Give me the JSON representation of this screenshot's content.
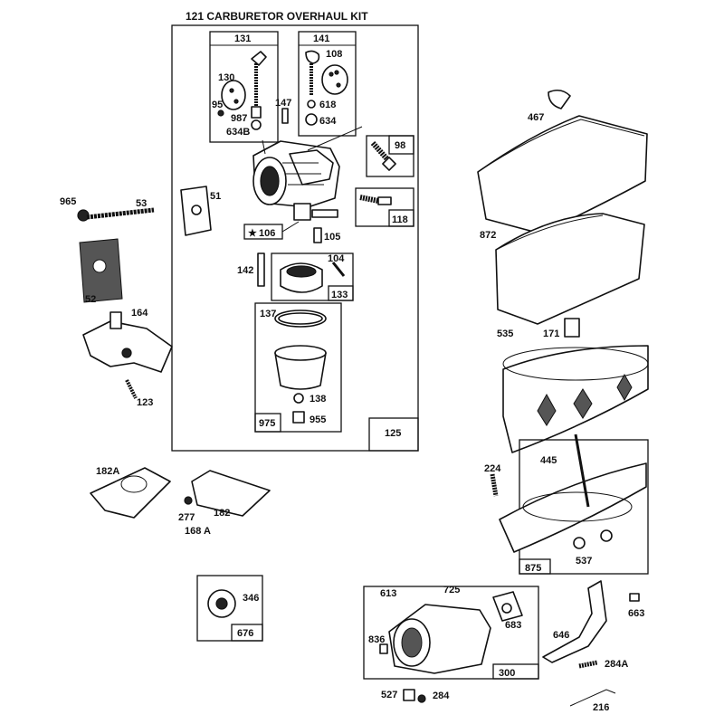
{
  "title": "121 CARBURETOR OVERHAUL KIT",
  "labels": {
    "l131": "131",
    "l141": "141",
    "l130": "130",
    "l108": "108",
    "l95": "95",
    "l987": "987",
    "l634B": "634B",
    "l147": "147",
    "l618": "618",
    "l634": "634",
    "l98": "98",
    "l118": "118",
    "l51": "51",
    "l965": "965",
    "l53": "53",
    "l52": "52",
    "l164": "164",
    "l123": "123",
    "l106": "106",
    "l105": "105",
    "l142": "142",
    "l104": "104",
    "l133": "133",
    "l137": "137",
    "l138": "138",
    "l975": "975",
    "l955": "955",
    "l125": "125",
    "l182A": "182A",
    "l277": "277",
    "l182": "182",
    "l168A": "168 A",
    "l346": "346",
    "l676": "676",
    "l467": "467",
    "l872": "872",
    "l535": "535",
    "l171": "171",
    "l445": "445",
    "l224": "224",
    "l875": "875",
    "l537": "537",
    "l613": "613",
    "l725": "725",
    "l683": "683",
    "l836": "836",
    "l300": "300",
    "l646": "646",
    "l663": "663",
    "l284A": "284A",
    "l527": "527",
    "l284": "284",
    "l216": "216"
  },
  "star_symbol": "★"
}
